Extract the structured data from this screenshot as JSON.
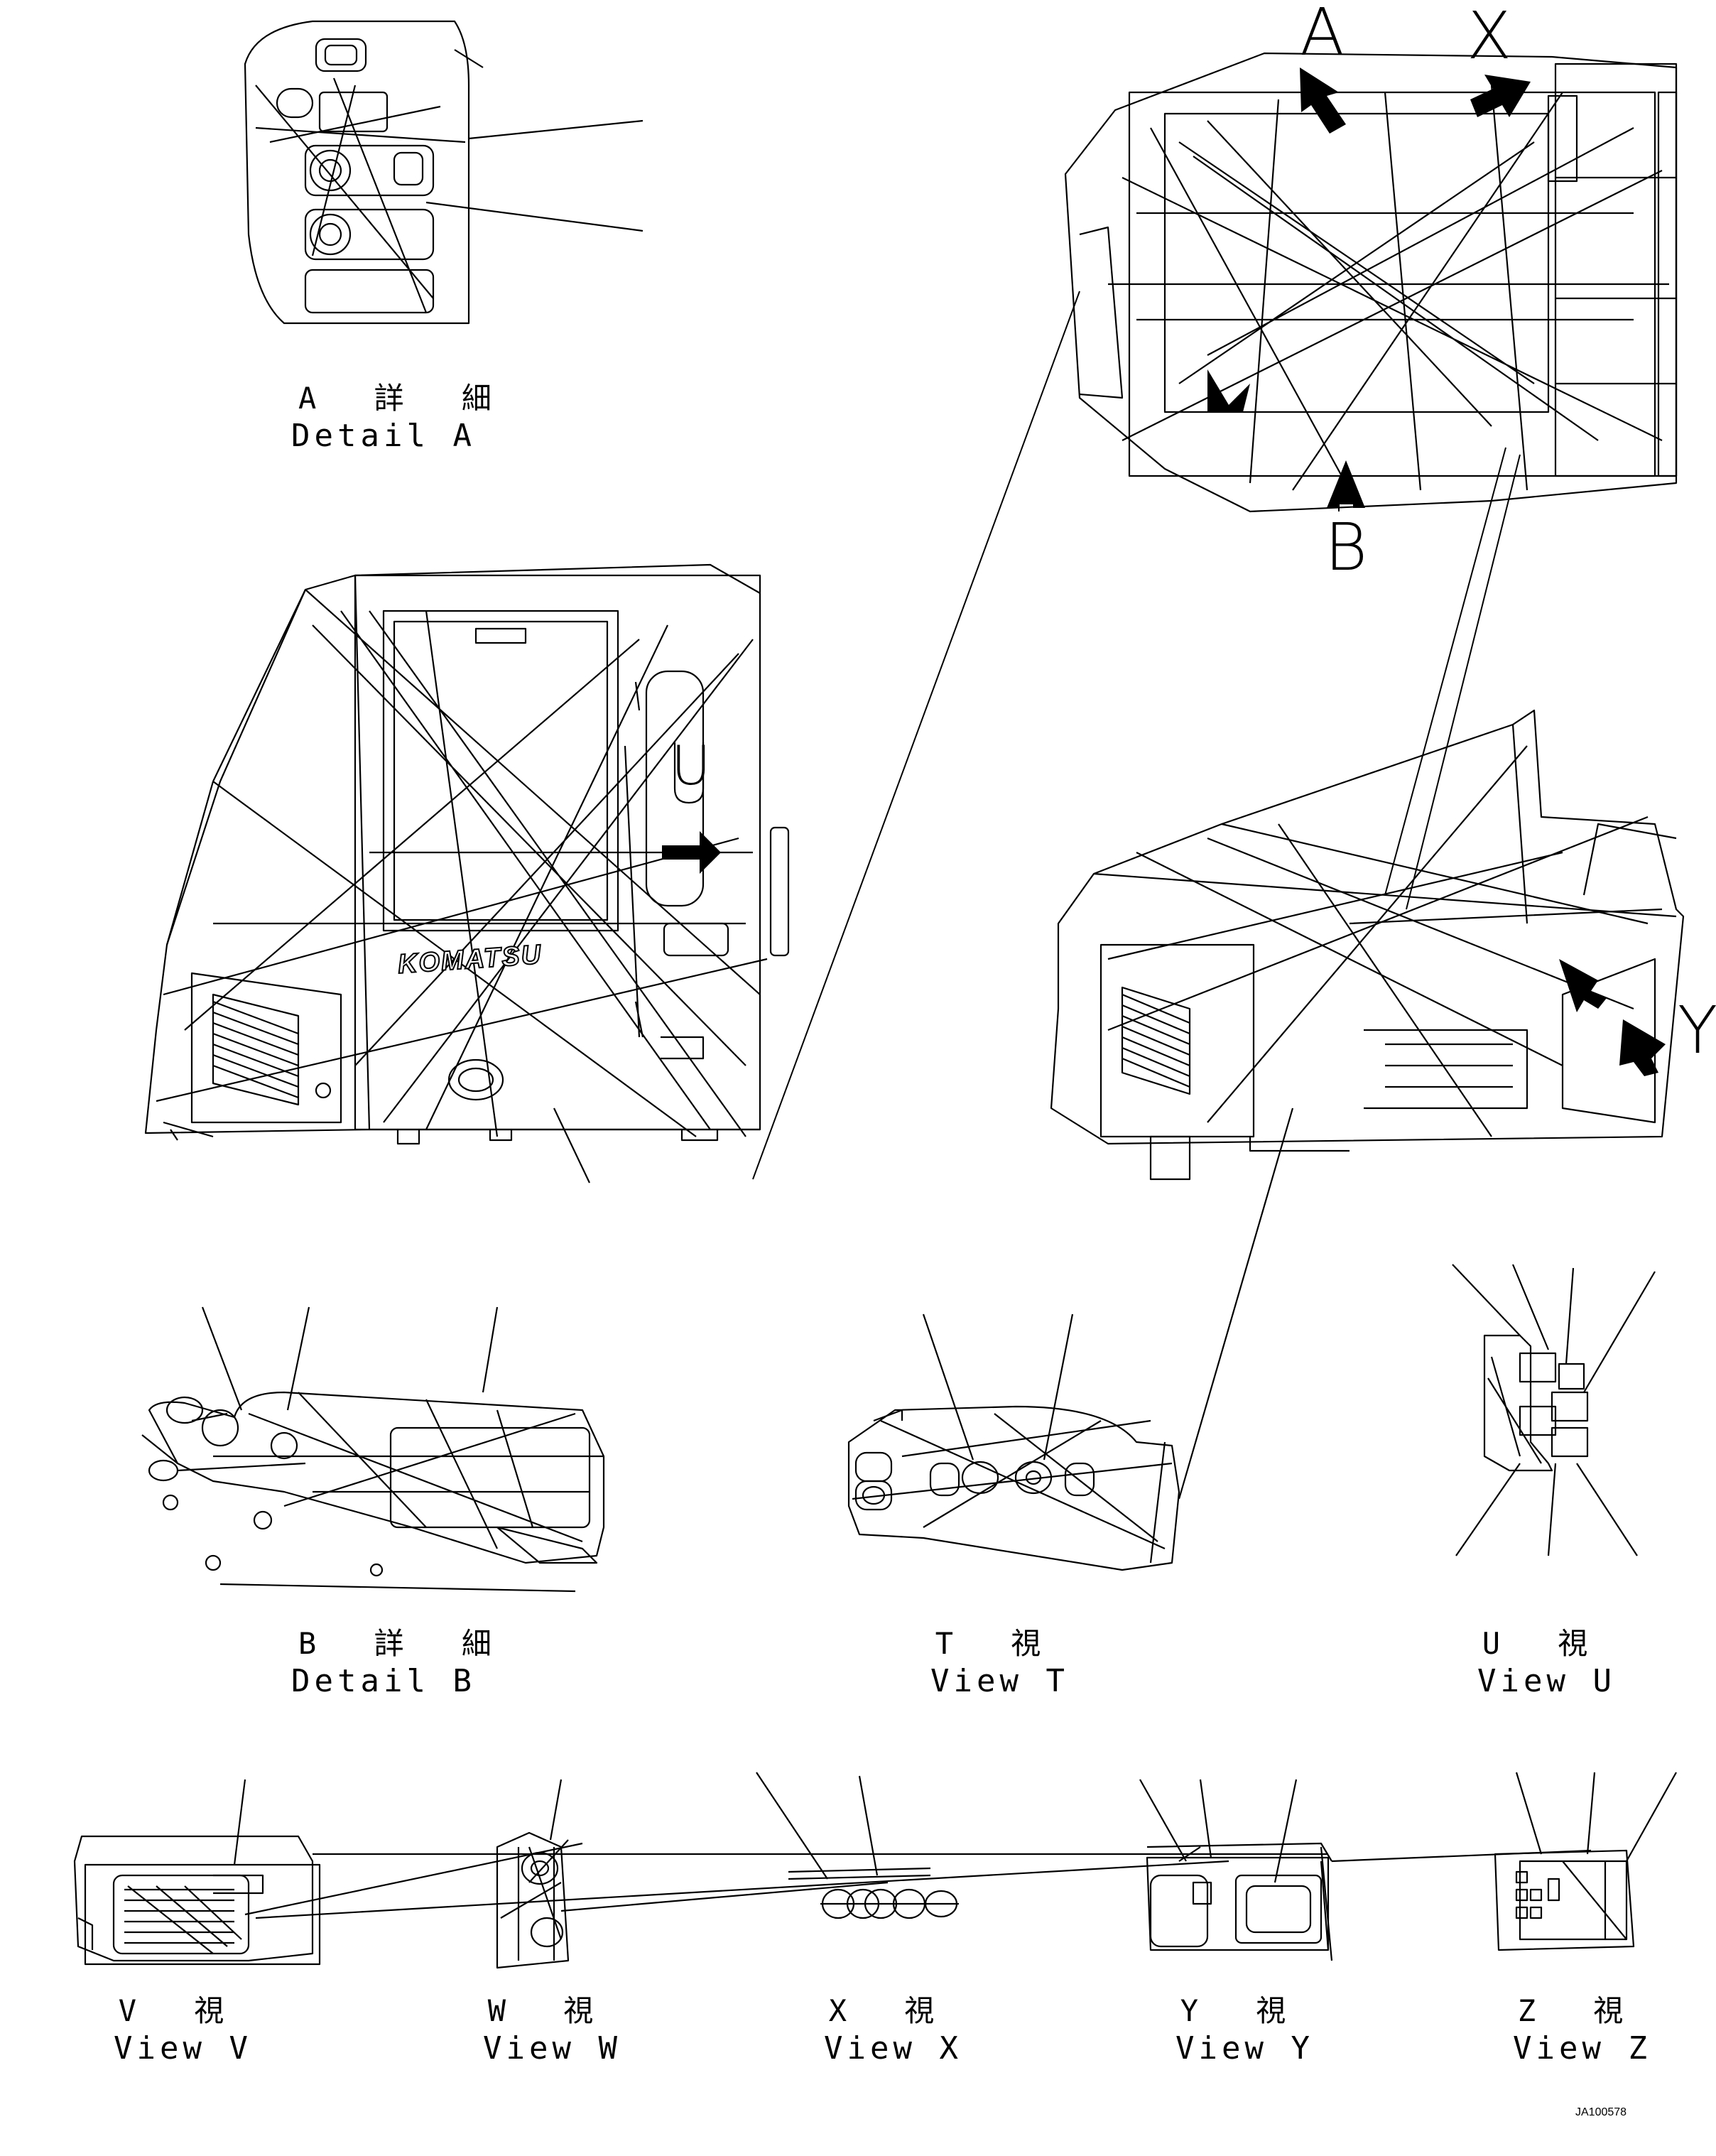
{
  "labels": {
    "detail_a_jp": "A 詳 細",
    "detail_a_en": "Detail A",
    "detail_b_jp": "B 詳 細",
    "detail_b_en": "Detail B",
    "view_t_jp": "T 視",
    "view_t_en": "View T",
    "view_u_jp": "U 視",
    "view_u_en": "View U",
    "view_v_jp": "V 視",
    "view_v_en": "View V",
    "view_w_jp": "W 視",
    "view_w_en": "View W",
    "view_x_jp": "X 視",
    "view_x_en": "View X",
    "view_y_jp": "Y 視",
    "view_y_en": "View Y",
    "view_z_jp": "Z 視",
    "view_z_en": "View Z"
  },
  "callouts": {
    "a": "A",
    "x": "X",
    "b": "B",
    "u": "U",
    "y": "Y"
  },
  "brand": "KOMATSU",
  "doc_id": "JA100578"
}
